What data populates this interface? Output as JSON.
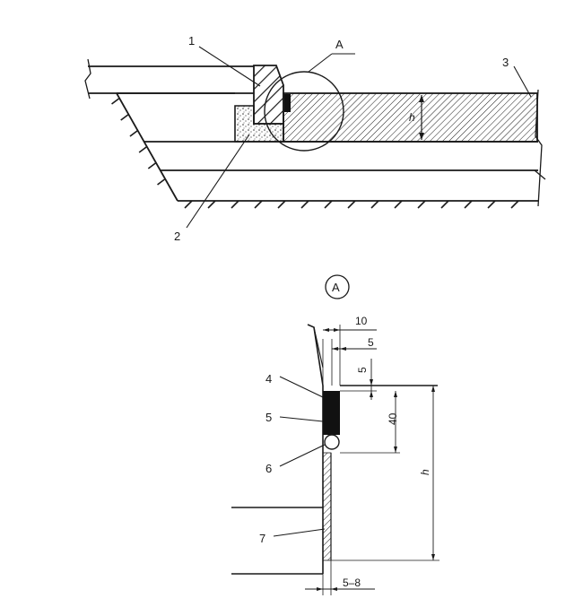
{
  "top": {
    "callouts": [
      "1",
      "2",
      "3"
    ],
    "detail_tag": "A",
    "height_symbol": "h"
  },
  "detail": {
    "title": "A",
    "callouts": [
      "4",
      "5",
      "6",
      "7"
    ],
    "dims": {
      "width_top": "10",
      "gap_top": "5",
      "depth_top": "5",
      "seal_height": "40",
      "total_height": "h",
      "bottom_gap": "5–8"
    }
  }
}
